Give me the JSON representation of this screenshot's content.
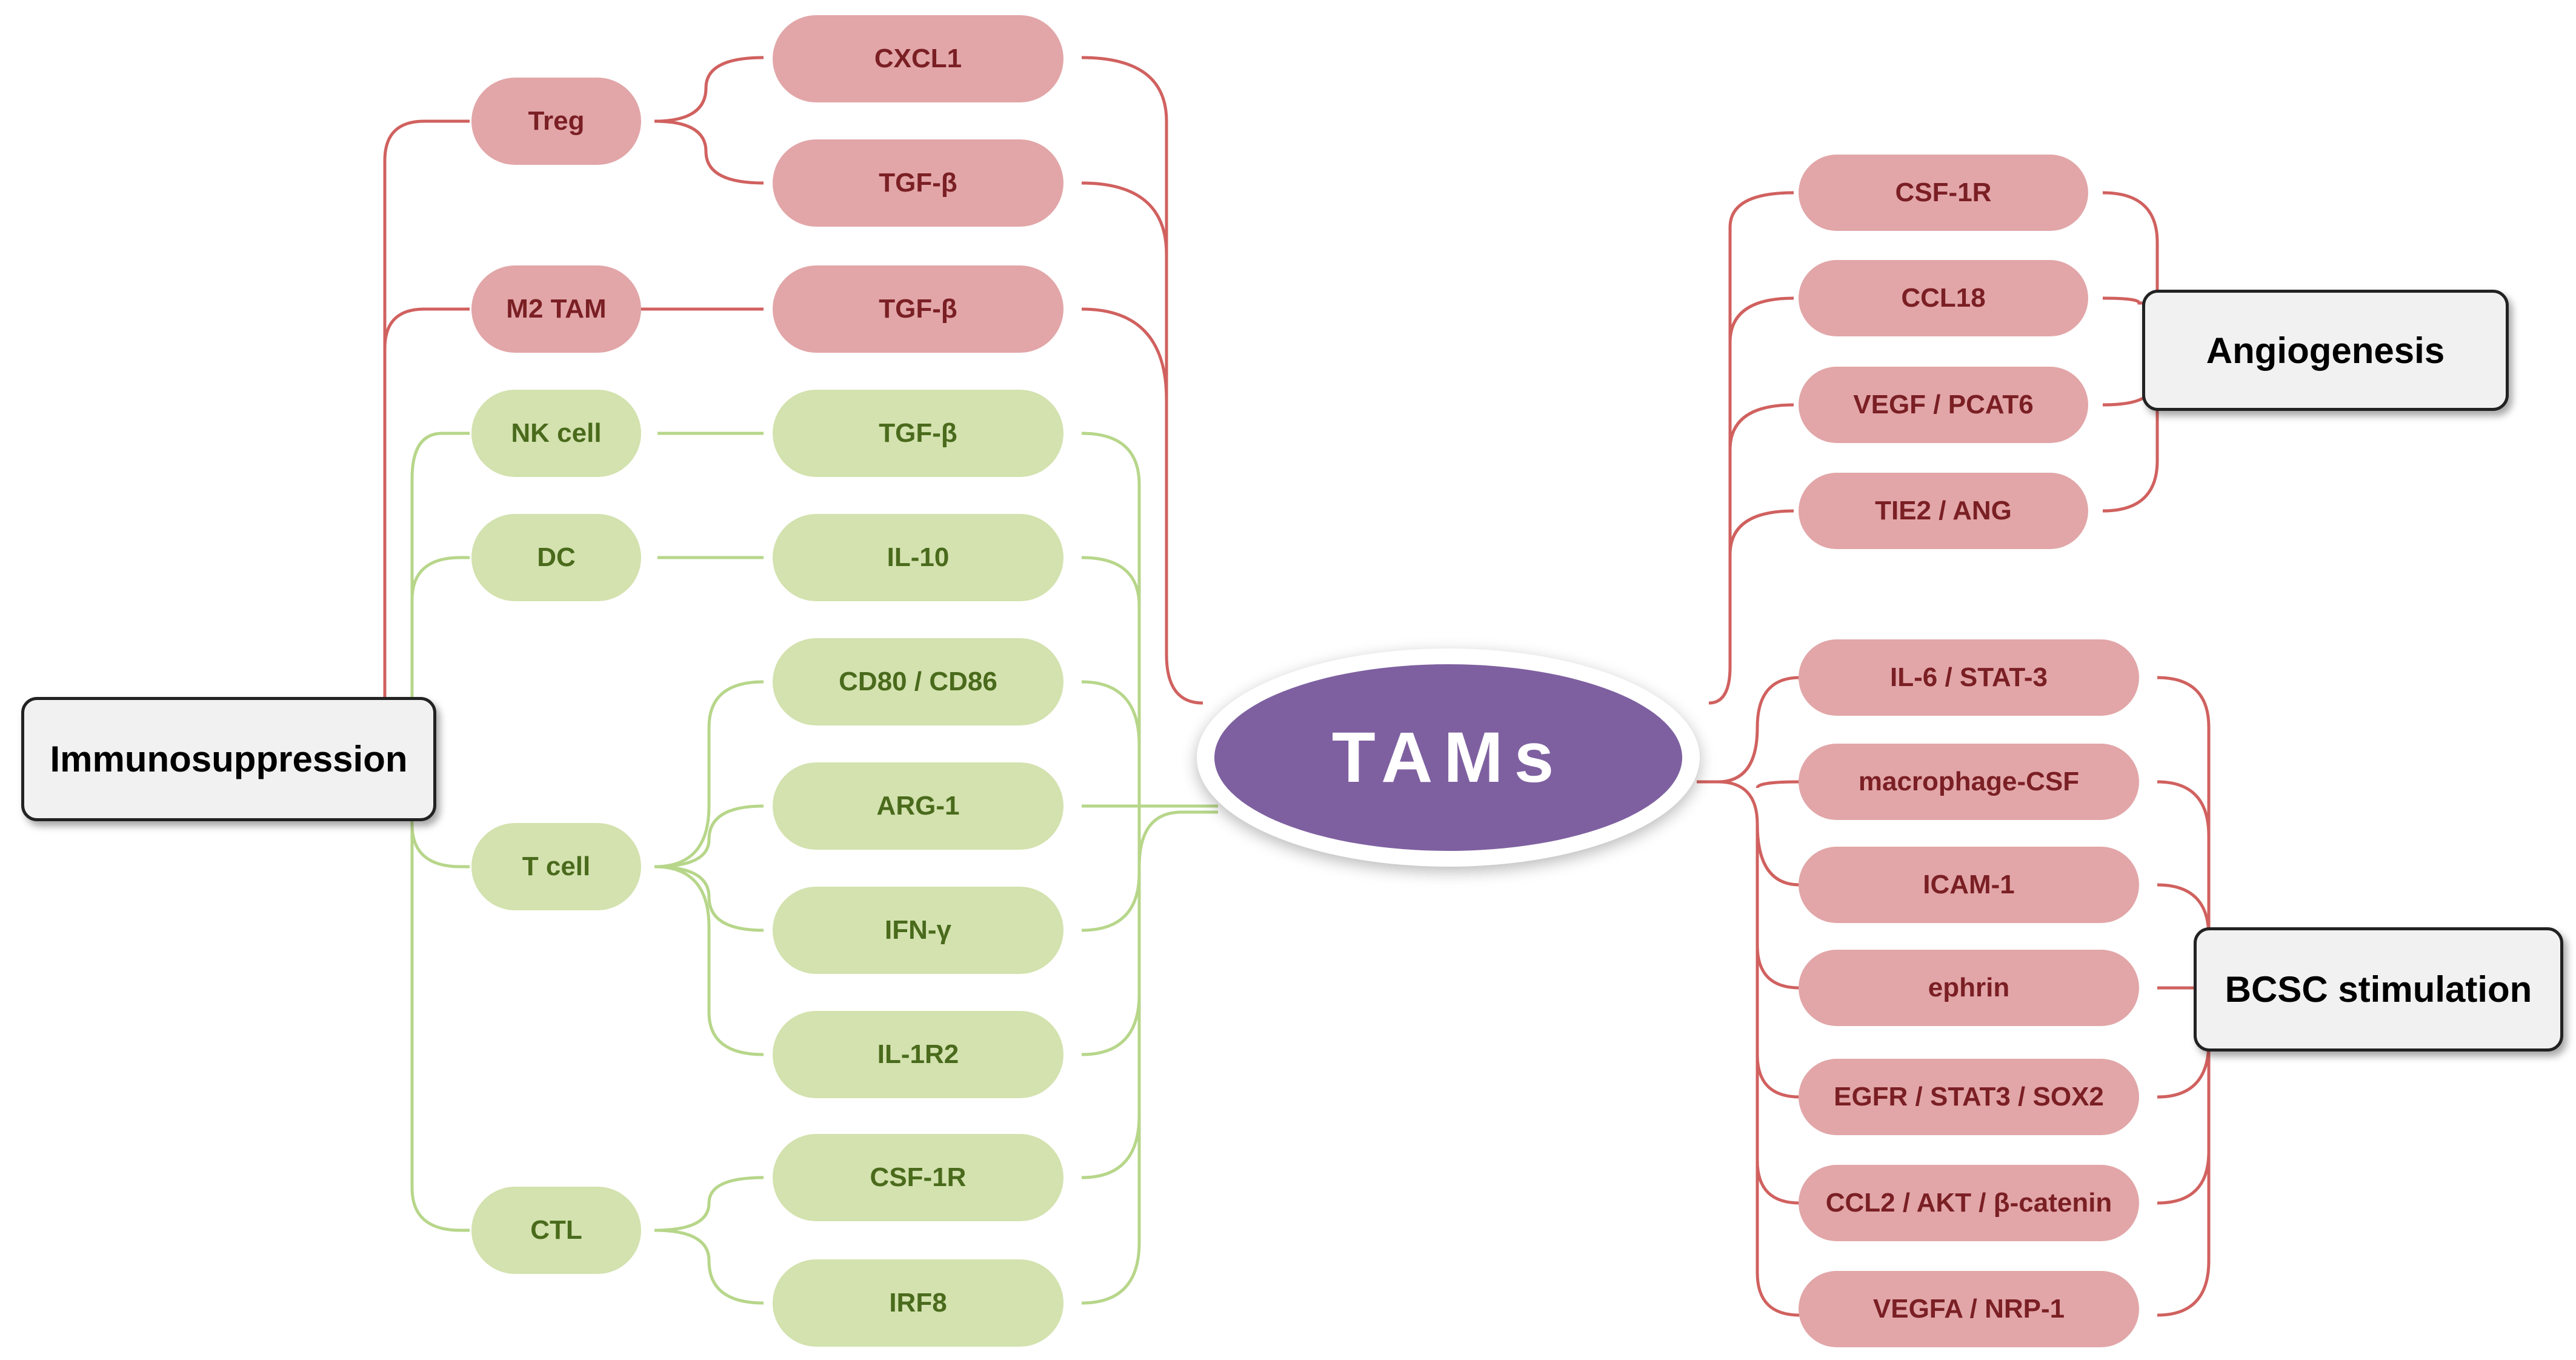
{
  "colors": {
    "red_pill": "#e2a6a8",
    "red_text": "#7a1f24",
    "red_line": "#d0615f",
    "green_pill": "#d3e2ae",
    "green_text": "#4a6a1c",
    "green_line": "#b7d68a",
    "center": "#7e60a0"
  },
  "center": {
    "label": "TAMs"
  },
  "categories": {
    "immunosuppression": "Immunosuppression",
    "angiogenesis": "Angiogenesis",
    "bcsc": "BCSC stimulation"
  },
  "immune_cells": {
    "treg": "Treg",
    "m2tam": "M2 TAM",
    "nk": "NK cell",
    "dc": "DC",
    "tcell": "T cell",
    "ctl": "CTL"
  },
  "immune_factors": {
    "cxcl1": "CXCL1",
    "tgfb1": "TGF-β",
    "tgfb2": "TGF-β",
    "tgfb3": "TGF-β",
    "il10": "IL-10",
    "cd80": "CD80 / CD86",
    "arg1": "ARG-1",
    "ifng": "IFN-γ",
    "il1r2": "IL-1R2",
    "csf1r": "CSF-1R",
    "irf8": "IRF8"
  },
  "angiogenesis_factors": {
    "csf1r": "CSF-1R",
    "ccl18": "CCL18",
    "vegf": "VEGF / PCAT6",
    "tie2": "TIE2 / ANG"
  },
  "bcsc_factors": {
    "il6": "IL-6 / STAT-3",
    "mcsf": "macrophage-CSF",
    "icam1": "ICAM-1",
    "ephrin": "ephrin",
    "egfr": "EGFR / STAT3 / SOX2",
    "ccl2": "CCL2 / AKT / β-catenin",
    "vegfa": "VEGFA / NRP-1"
  }
}
